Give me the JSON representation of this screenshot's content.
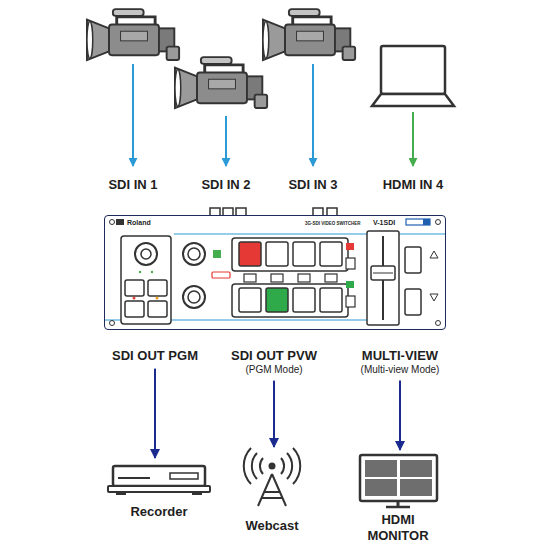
{
  "diagram": {
    "nodes": [
      {
        "text": [
          "SDI IN 1"
        ]
      },
      {
        "text": [
          "SDI IN 2"
        ]
      },
      {
        "text": [
          "SDI IN 3"
        ]
      },
      {
        "text": [
          "HDMI IN 4"
        ]
      },
      {
        "text": [
          "Roland",
          "3G-SDI VIDEO SWITCHER",
          "V-1SDI"
        ]
      },
      {
        "text": [
          "SDI OUT PGM"
        ]
      },
      {
        "text": [
          "SDI OUT PVW",
          "(PGM Mode)"
        ]
      },
      {
        "text": [
          "MULTI-VIEW",
          "(Multi-view Mode)"
        ]
      },
      {
        "text": [
          "Recorder"
        ]
      },
      {
        "text": [
          "Webcast"
        ]
      },
      {
        "text": [
          "HDMI MONITOR"
        ]
      }
    ],
    "edges": [
      {
        "from": 5,
        "to": 8,
        "arrow": "to"
      },
      {
        "from": 6,
        "to": 9,
        "arrow": "to"
      },
      {
        "from": 7,
        "to": 10,
        "arrow": "to"
      }
    ]
  }
}
